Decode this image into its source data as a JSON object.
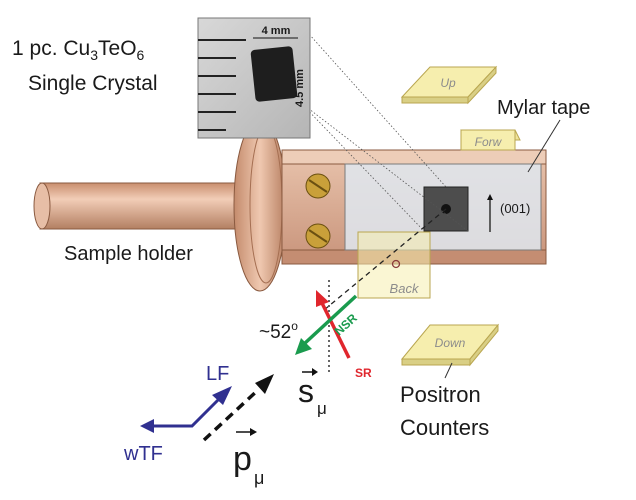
{
  "crystal": {
    "title_line1_prefix": "1 pc. Cu",
    "title_sub3": "3",
    "title_mid": "TeO",
    "title_sub6": "6",
    "title_line2": "Single Crystal",
    "dim_width": "4 mm",
    "dim_height": "4.5 mm"
  },
  "labels": {
    "mylar_tape": "Mylar tape",
    "sample_holder": "Sample holder",
    "direction_001": "(001)",
    "positron_line1": "Positron",
    "positron_line2": "Counters",
    "angle_value": "~52",
    "angle_unit": "o"
  },
  "detectors": {
    "up": "Up",
    "forw": "Forw",
    "back": "Back",
    "down": "Down"
  },
  "beam": {
    "nsr": "NSR",
    "sr": "SR",
    "lf": "LF",
    "wtf": "wTF",
    "s_symbol": "s",
    "p_symbol": "p",
    "mu_symbol": "μ"
  },
  "colors": {
    "copper": "#d9a98c",
    "copper_dark": "#b07a5c",
    "detector": "#f6eeae",
    "nsr_green": "#1a9b4e",
    "sr_red": "#e0262d",
    "field_blue": "#303090",
    "tape_blue": "#dfe7f0"
  }
}
